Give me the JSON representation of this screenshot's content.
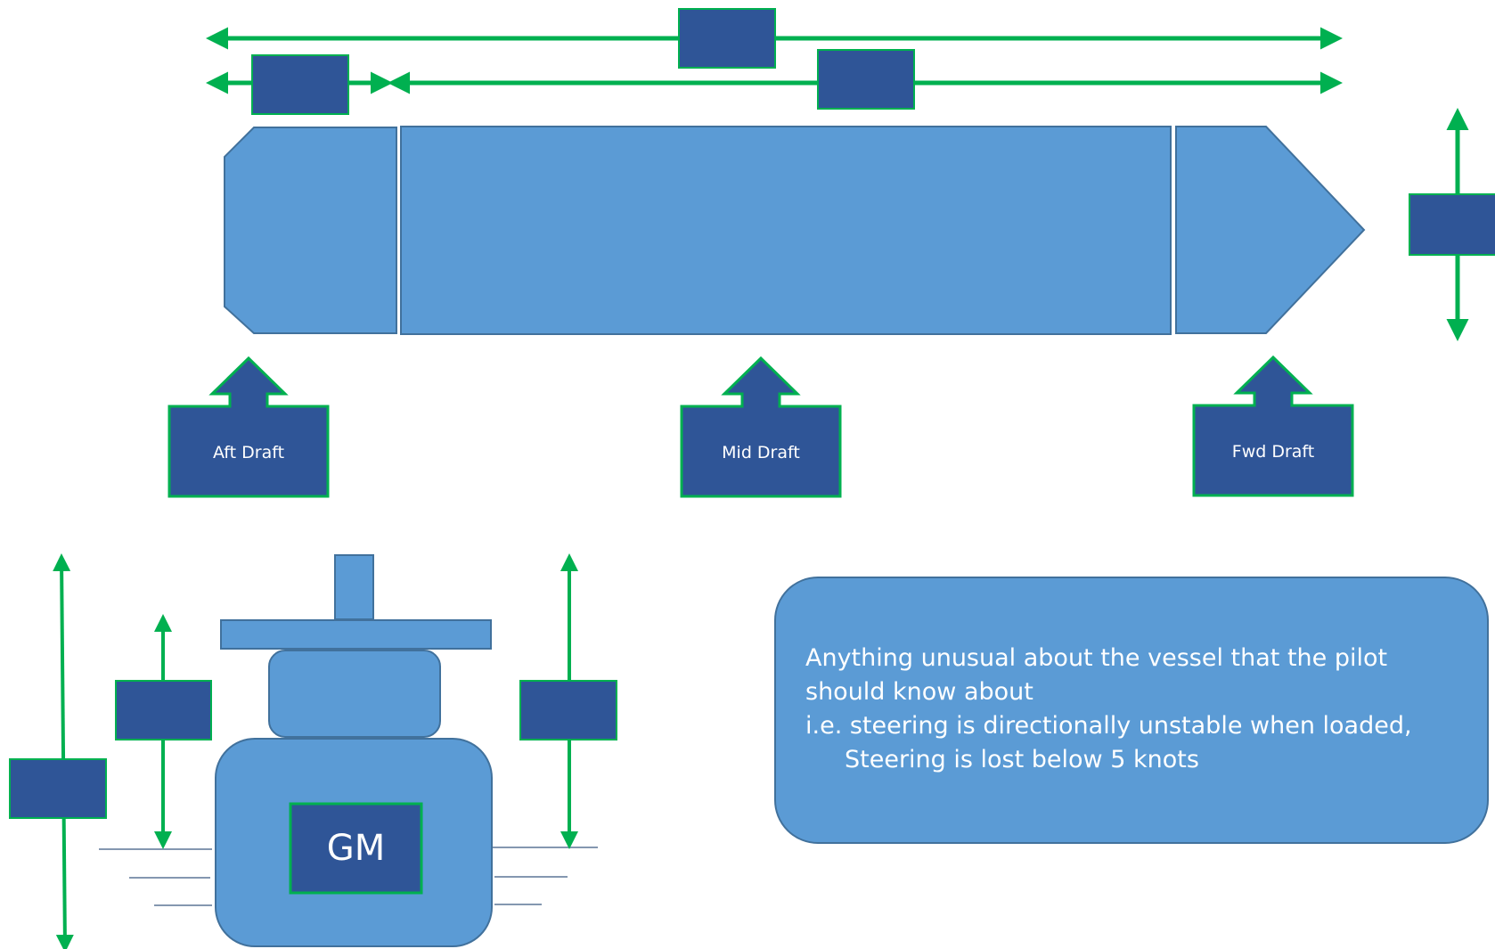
{
  "colors": {
    "hull_fill": "#5B9BD5",
    "hull_stroke": "#41719C",
    "box_fill": "#2F5597",
    "box_stroke": "#00B050",
    "arrow": "#00B050",
    "waterline": "#8497B0",
    "text": "#FFFFFF"
  },
  "labels": {
    "aft_draft": "Aft Draft",
    "mid_draft": "Mid Draft",
    "fwd_draft": "Fwd Draft",
    "gm": "GM"
  },
  "note": {
    "line1": "Anything unusual about the vessel that the pilot should know about",
    "line2": "i.e. steering is directionally unstable when loaded,",
    "line3": "Steering is lost below 5 knots"
  }
}
